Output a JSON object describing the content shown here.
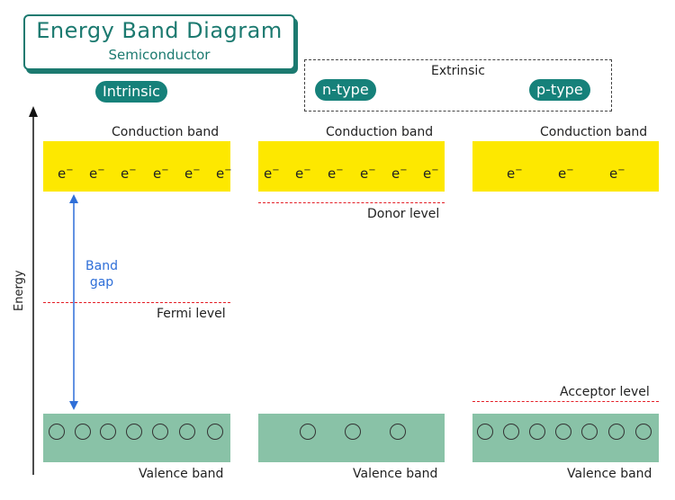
{
  "title": "Energy Band Diagram",
  "subtitle": "Semiconductor",
  "extrinsic_label": "Extrinsic",
  "axis_label": "Energy",
  "columns": [
    {
      "name": "Intrinsic",
      "conduction_label": "Conduction band",
      "valence_label": "Valence band",
      "electrons": [
        "e",
        "e",
        "e",
        "e",
        "e",
        "e"
      ],
      "electron_superscript": "−",
      "holes": 7,
      "level_label": "Fermi level",
      "band_gap_label": [
        "Band",
        "gap"
      ]
    },
    {
      "name": "n-type",
      "conduction_label": "Conduction band",
      "valence_label": "Valence band",
      "electrons": [
        "e",
        "e",
        "e",
        "e",
        "e",
        "e"
      ],
      "electron_superscript": "−",
      "holes": 3,
      "level_label": "Donor level"
    },
    {
      "name": "p-type",
      "conduction_label": "Conduction band",
      "valence_label": "Valence band",
      "electrons": [
        "e",
        "e",
        "e"
      ],
      "electron_superscript": "−",
      "holes": 7,
      "level_label": "Acceptor level"
    }
  ],
  "colors": {
    "conduction_band": "#fde800",
    "valence_band": "#89c2a7",
    "accent": "#16817a",
    "level_line": "#e41e26",
    "band_gap_arrow": "#2f6fd8"
  }
}
